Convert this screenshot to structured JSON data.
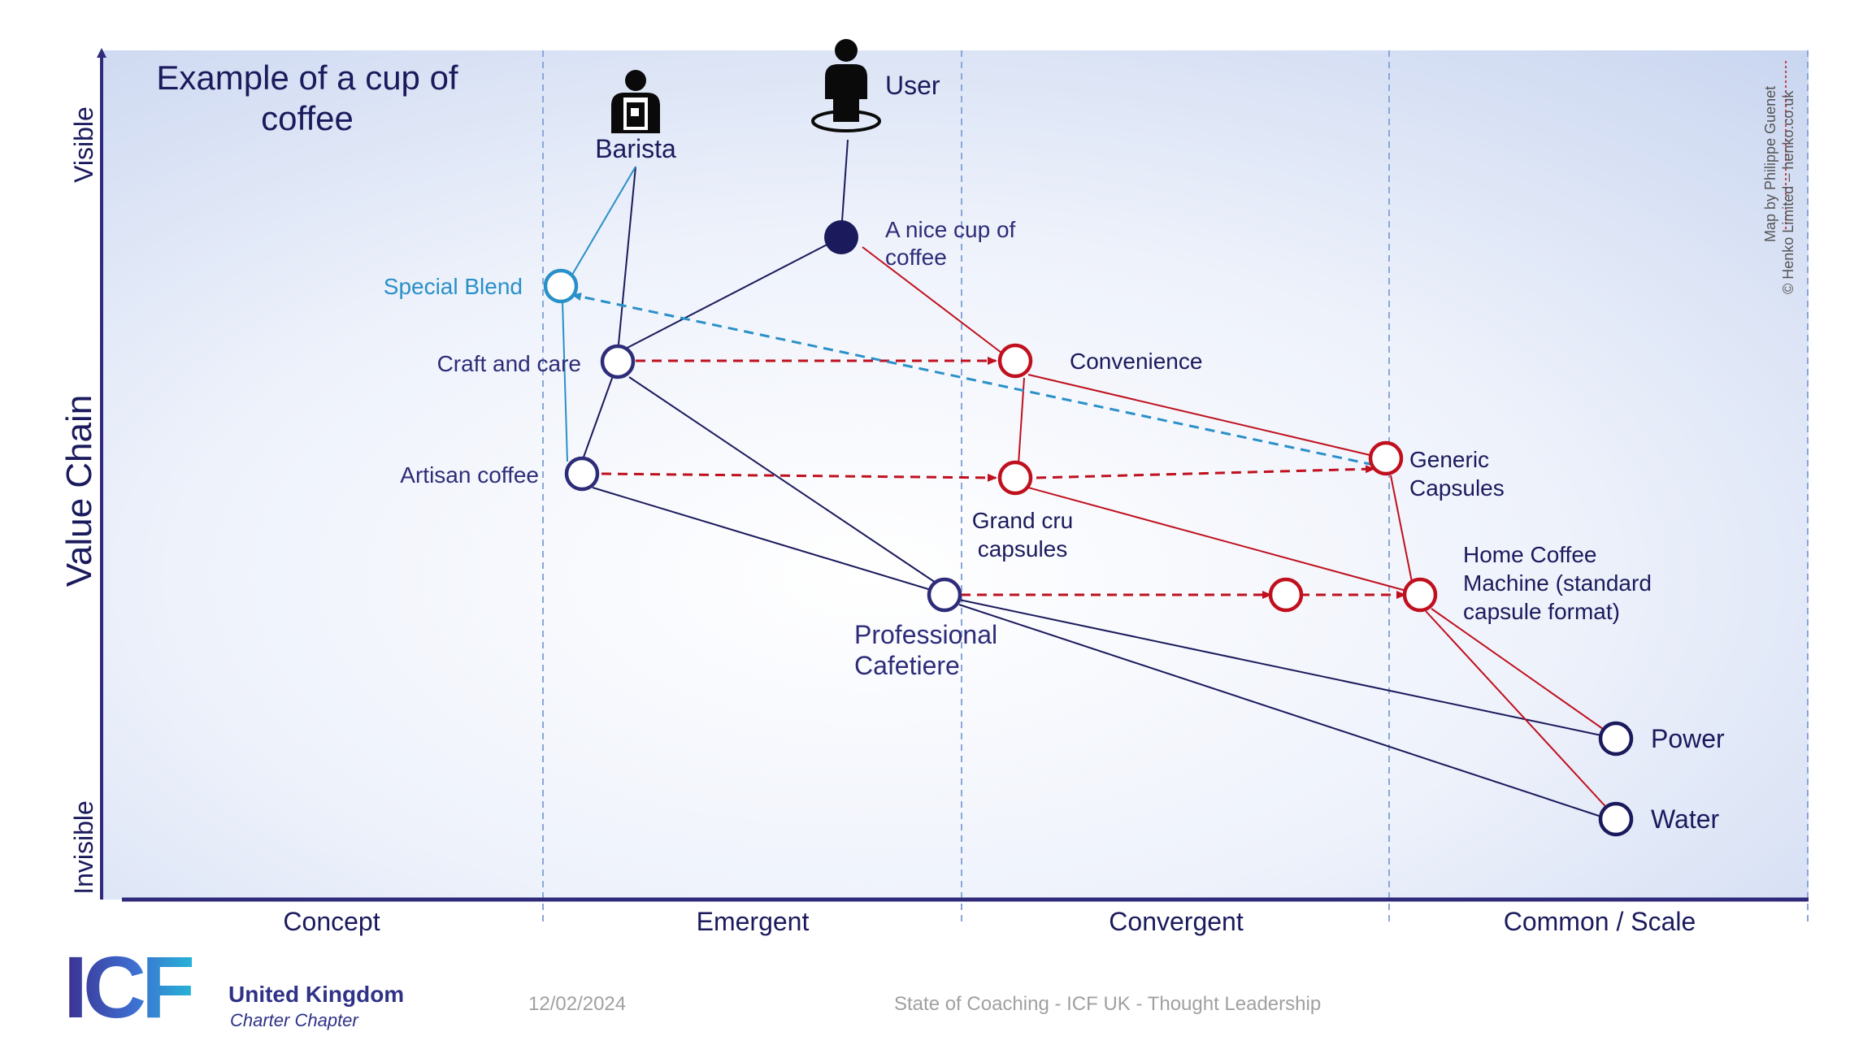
{
  "title": "Example of a cup of coffee",
  "title_lines": [
    "Example of a cup of",
    "coffee"
  ],
  "axes": {
    "y_label": "Value Chain",
    "y_top": "Visible",
    "y_bottom": "Invisible",
    "stages": [
      "Concept",
      "Emergent",
      "Convergent",
      "Common / Scale"
    ]
  },
  "actors": {
    "barista": "Barista",
    "user": "User"
  },
  "nodes": {
    "cup": [
      "A nice cup of",
      "coffee"
    ],
    "special_blend": "Special Blend",
    "craft": "Craft and care",
    "artisan": "Artisan coffee",
    "convenience": "Convenience",
    "grand_cru": [
      "Grand cru",
      "capsules"
    ],
    "generic": [
      "Generic",
      "Capsules"
    ],
    "cafetiere": [
      "Professional",
      "Cafetiere"
    ],
    "home_machine": [
      "Home Coffee",
      "Machine (standard",
      "capsule format)"
    ],
    "power": "Power",
    "water": "Water"
  },
  "credits": {
    "line1": "Map by Philippe Guenet",
    "line2": "© Henko Limited – henko.co.uk"
  },
  "footer": {
    "logo": "ICF",
    "org": "United Kingdom",
    "chapter": "Charter Chapter",
    "date": "12/02/2024",
    "title": "State of Coaching - ICF UK - Thought Leadership"
  },
  "colors": {
    "navy": "#1b1a5c",
    "dark_blue": "#2e2c78",
    "red": "#c0101e",
    "light_blue": "#2a90c8",
    "axis": "#2f2b7a"
  }
}
